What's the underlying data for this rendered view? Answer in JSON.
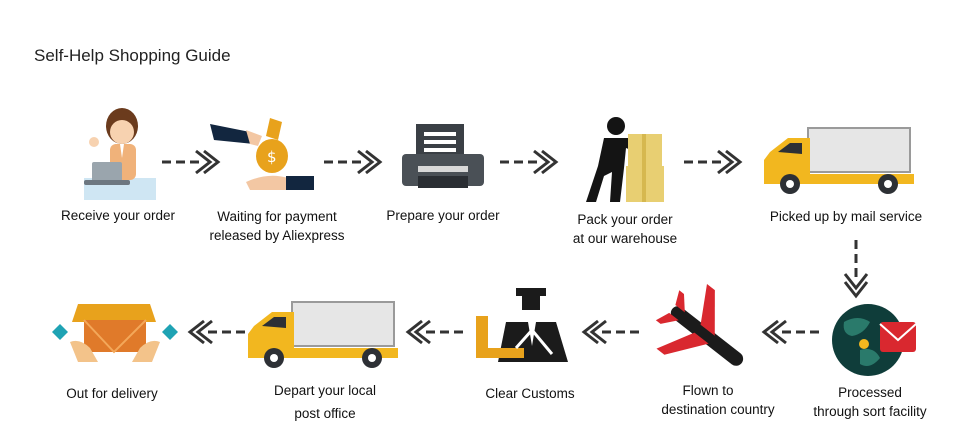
{
  "title": "Self-Help Shopping Guide",
  "steps": [
    {
      "icon": "customer-laptop-icon",
      "label": "Receive your order"
    },
    {
      "icon": "payment-handover-icon",
      "label_line1": "Waiting for payment",
      "label_line2": "released by Aliexpress"
    },
    {
      "icon": "printer-icon",
      "label": "Prepare your order"
    },
    {
      "icon": "packing-worker-icon",
      "label_line1": "Pack your order",
      "label_line2": "at our warehouse"
    },
    {
      "icon": "delivery-truck-icon",
      "label": "Picked up by mail service"
    },
    {
      "icon": "sort-facility-globe-icon",
      "label_line1": "Processed",
      "label_line2": "through sort facility"
    },
    {
      "icon": "airplane-icon",
      "label_line1": "Flown to",
      "label_line2": "destination country"
    },
    {
      "icon": "customs-officer-icon",
      "label": "Clear Customs"
    },
    {
      "icon": "delivery-truck-icon",
      "label_line1": "Depart your local",
      "label_line2": "post office"
    },
    {
      "icon": "package-hands-icon",
      "label": "Out for delivery"
    }
  ],
  "colors": {
    "accent_orange": "#e8a21c",
    "truck_yellow": "#f2b71f",
    "teal": "#1fa3b4",
    "red": "#d9282f",
    "dark": "#1b1b1b"
  }
}
